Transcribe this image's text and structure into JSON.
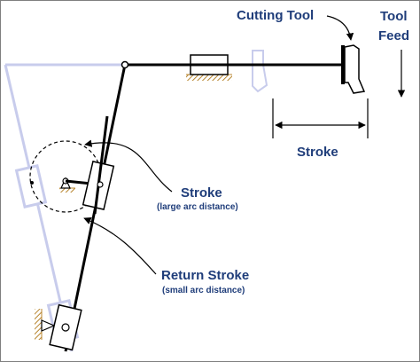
{
  "labels": {
    "cutting_tool": "Cutting Tool",
    "tool_feed_line1": "Tool",
    "tool_feed_line2": "Feed",
    "stroke_top": "Stroke",
    "stroke_mid": "Stroke",
    "stroke_mid_sub": "(large arc distance)",
    "return_stroke": "Return Stroke",
    "return_stroke_sub": "(small arc distance)"
  },
  "colors": {
    "text": "#1f3d7a",
    "ghost": "#c8ccec",
    "line": "#000000",
    "ground": "#b8862f"
  }
}
